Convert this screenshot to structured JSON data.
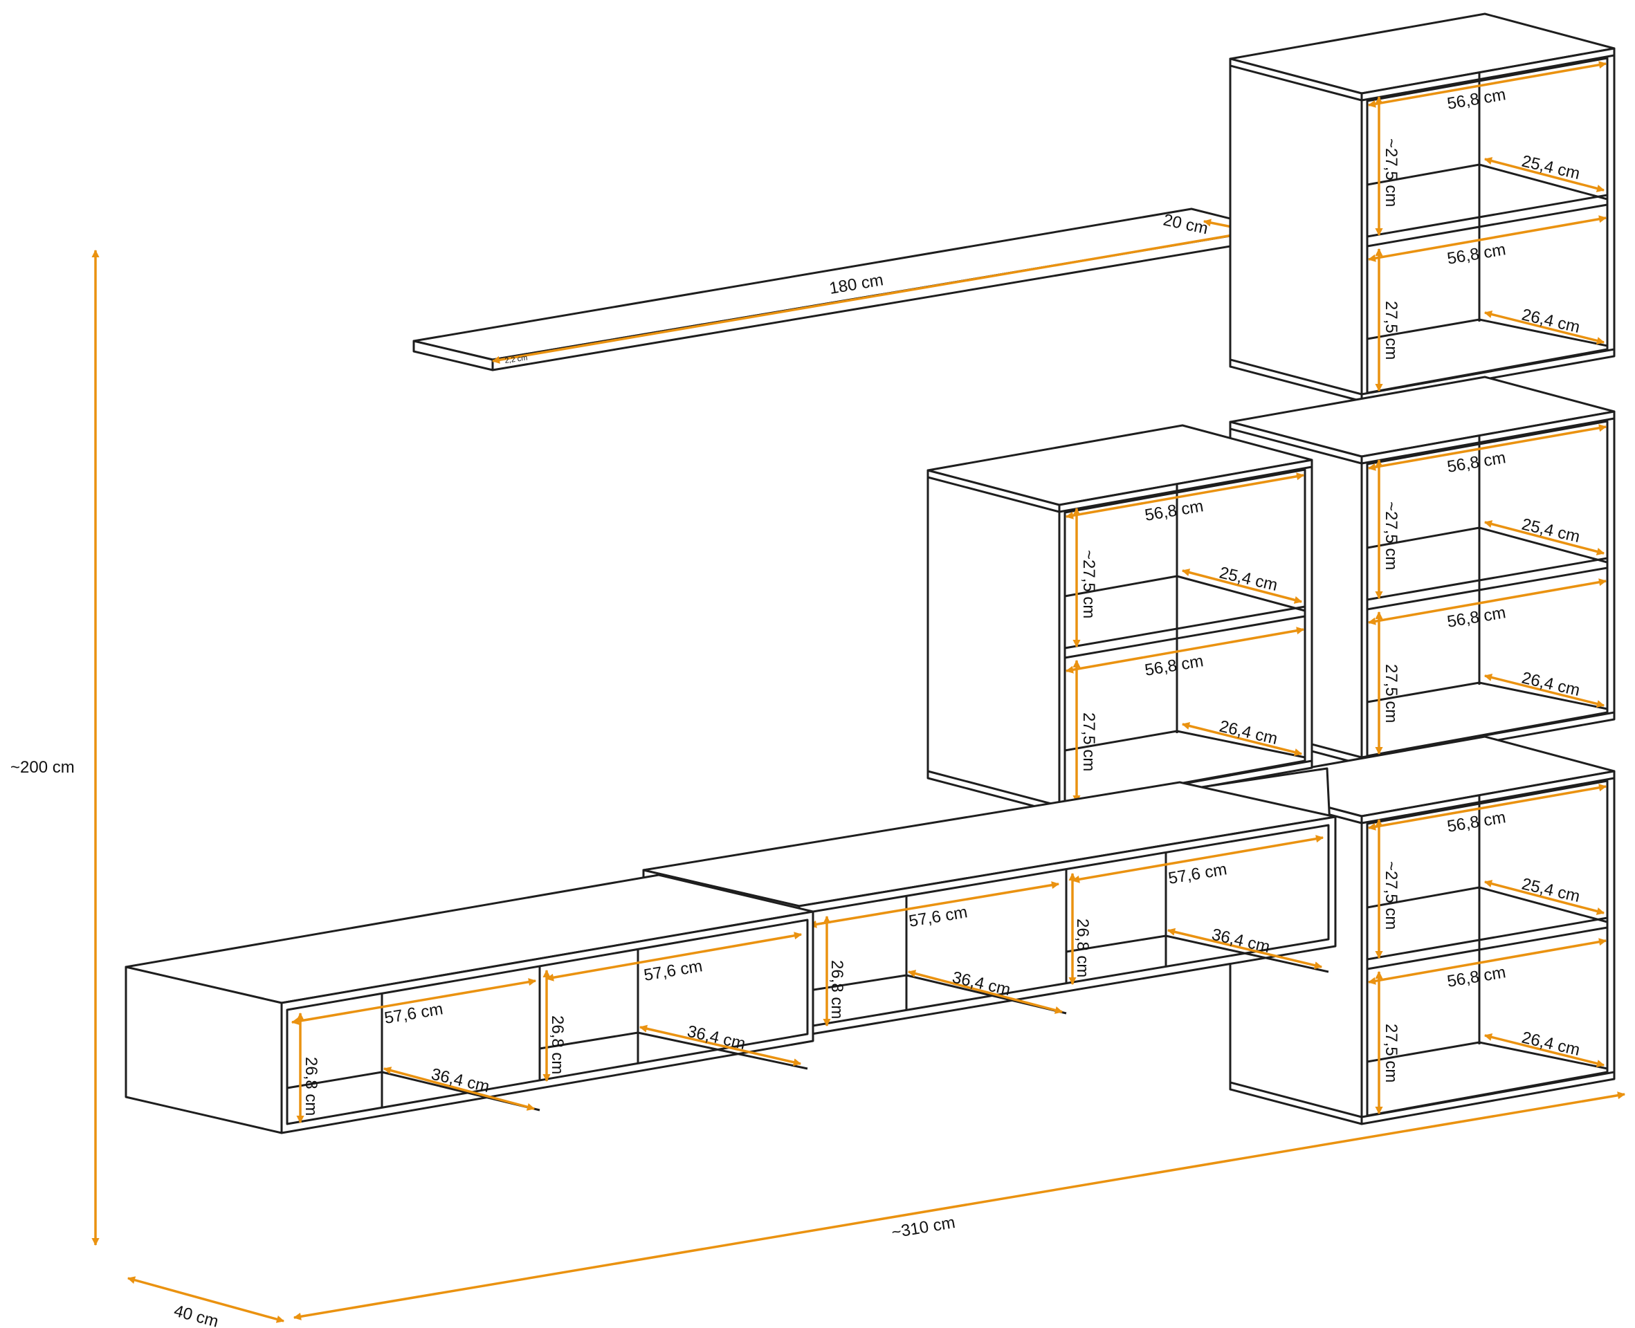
{
  "overall": {
    "height_label": "~200 cm",
    "width_label": "~310 cm",
    "depth_label": "40 cm"
  },
  "shelf": {
    "length_label": "180 cm",
    "depth_label": "20 cm",
    "thickness_label": "2,2 cm"
  },
  "wall_cabinet": {
    "width_label": "56,8 cm",
    "upper_height_label": "~27,5 cm",
    "upper_depth_label": "25,4 cm",
    "lower_height_label": "27,5 cm",
    "lower_depth_label": "26,4 cm"
  },
  "lowboard": {
    "width_label": "57,6 cm",
    "height_label": "26,8 cm",
    "depth_label": "36,4 cm"
  },
  "colors": {
    "dimension": "#ea9210",
    "outline": "#1e1e1e",
    "background": "#ffffff"
  }
}
